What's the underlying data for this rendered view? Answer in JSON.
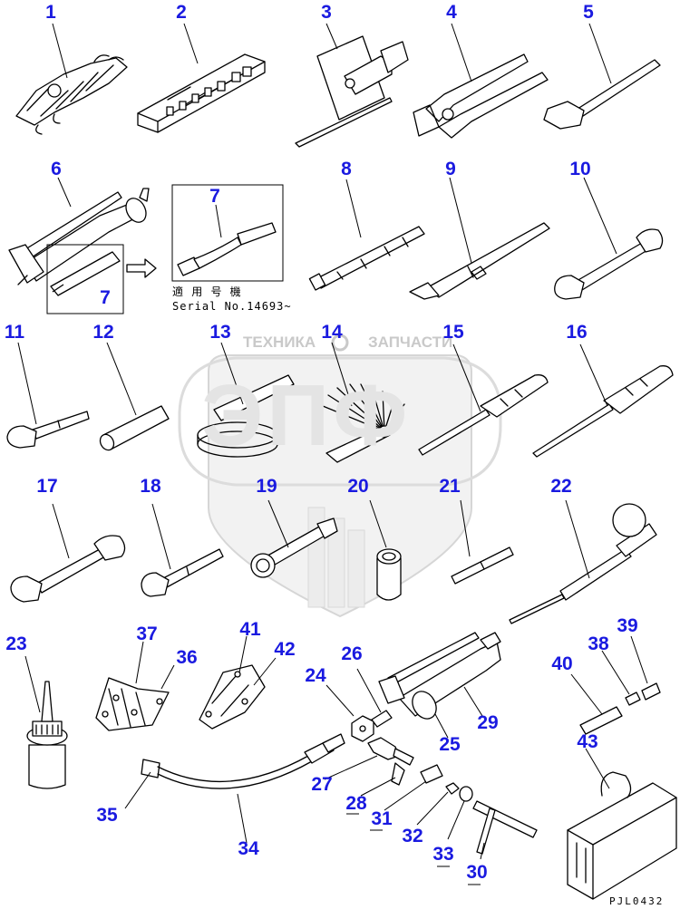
{
  "watermark": {
    "left_word": "ТЕХНИКА",
    "right_word": "ЗАПЧАСТИ",
    "emblem": "ЭПФ"
  },
  "note": {
    "line1": "適 用 号 機",
    "line2": "Serial No.14693~"
  },
  "drawing_code": "PJL0432",
  "labels": {
    "n1": "1",
    "n2": "2",
    "n3": "3",
    "n4": "4",
    "n5": "5",
    "n6": "6",
    "n7a": "7",
    "n7b": "7",
    "n8": "8",
    "n9": "9",
    "n10": "10",
    "n11": "11",
    "n12": "12",
    "n13": "13",
    "n14": "14",
    "n15": "15",
    "n16": "16",
    "n17": "17",
    "n18": "18",
    "n19": "19",
    "n20": "20",
    "n21": "21",
    "n22": "22",
    "n23": "23",
    "n24": "24",
    "n25": "25",
    "n26": "26",
    "n27": "27",
    "n28": "28",
    "n29": "29",
    "n30": "30",
    "n31": "31",
    "n32": "32",
    "n33": "33",
    "n34": "34",
    "n35": "35",
    "n36": "36",
    "n37": "37",
    "n38": "38",
    "n39": "39",
    "n40": "40",
    "n41": "41",
    "n42": "42",
    "n43": "43"
  }
}
